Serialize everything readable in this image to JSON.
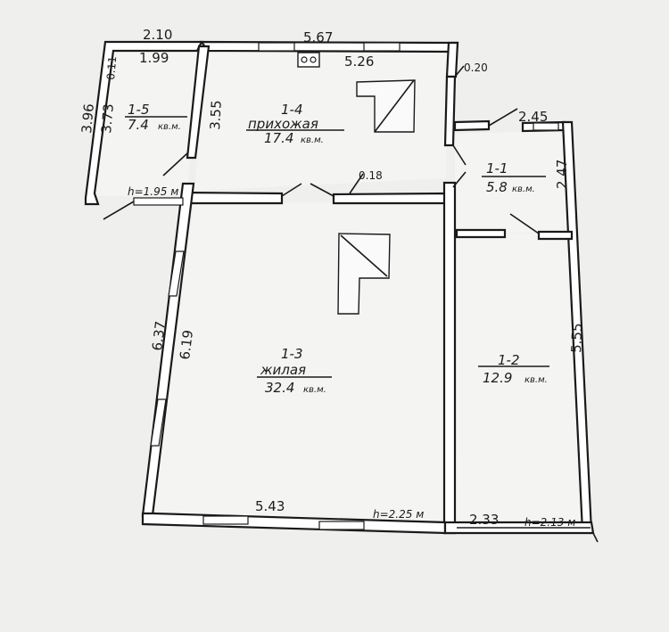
{
  "rooms": [
    {
      "id": "1-5",
      "type": "",
      "area": "7.4",
      "unit": "кв.м."
    },
    {
      "id": "1-4",
      "type": "прихожая",
      "area": "17.4",
      "unit": "кв.м."
    },
    {
      "id": "1-1",
      "type": "",
      "area": "5.8",
      "unit": "кв.м."
    },
    {
      "id": "1-3",
      "type": "жилая",
      "area": "32.4",
      "unit": "кв.м."
    },
    {
      "id": "1-2",
      "type": "",
      "area": "12.9",
      "unit": "кв.м."
    }
  ],
  "dimensions": {
    "top_left_outer": "2.10",
    "top_left_inner": "1.99",
    "top_center_outer": "5.67",
    "top_center_inner": "5.26",
    "wall_thickness_right": "0.20",
    "right_top": "2.45",
    "right_top_vertical": "2.47",
    "wall_inner": "0.11",
    "left_small_outer": "3.96",
    "left_small_inner": "3.73",
    "hall_left": "3.55",
    "partition": "0.18",
    "living_left_outer": "6.37",
    "living_left_inner": "6.19",
    "living_bottom": "5.43",
    "room2_right": "5.55",
    "room2_bottom": "2.33"
  },
  "heights": {
    "h1": "h=1.95 м",
    "h2": "h=2.25 м",
    "h3": "h=2.13 м"
  }
}
